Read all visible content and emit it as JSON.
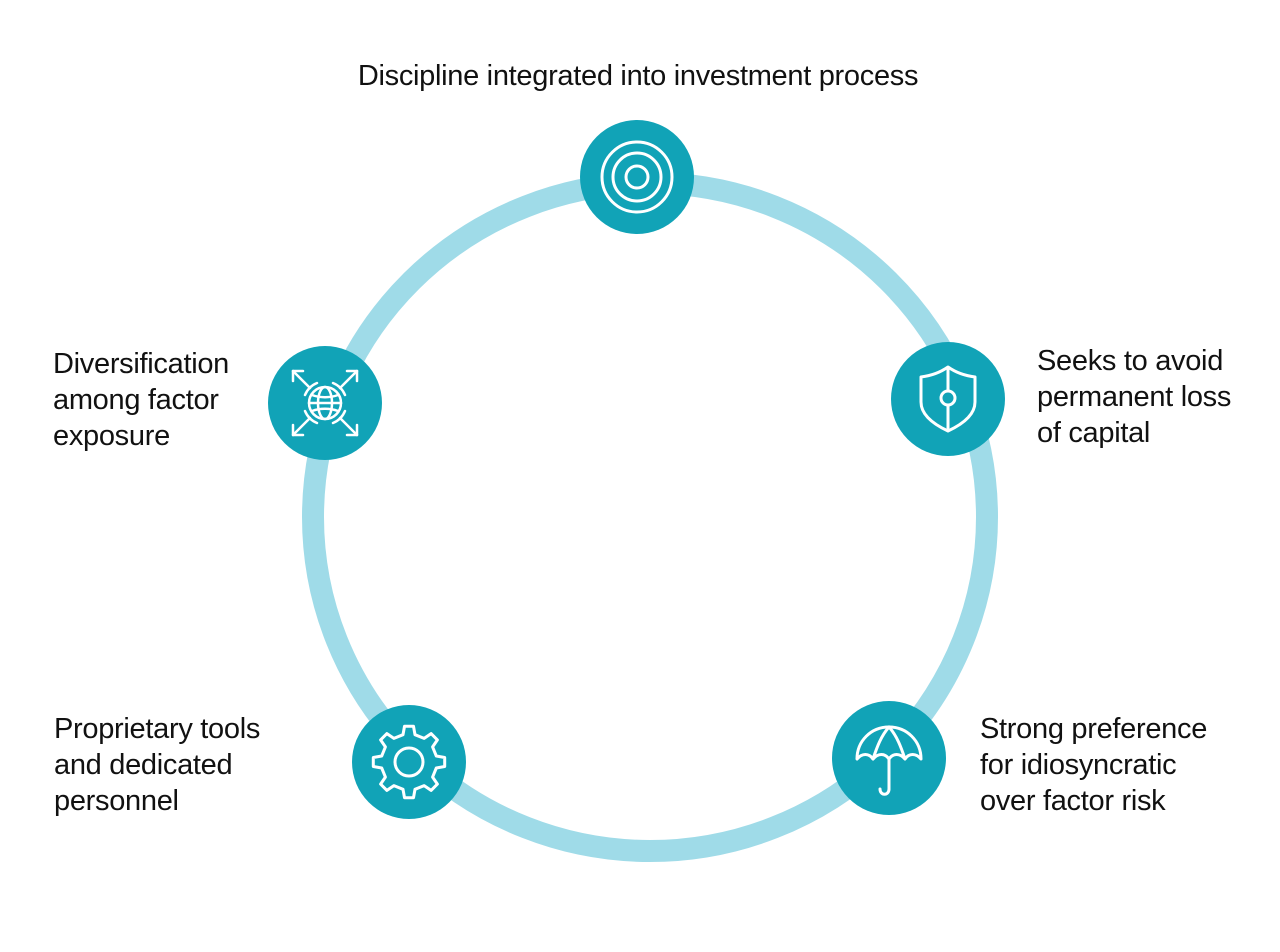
{
  "colors": {
    "ring": "#9fdbe8",
    "node": "#11a3b7",
    "icon_stroke": "#ffffff",
    "text": "#111111"
  },
  "nodes": [
    {
      "id": "top",
      "icon": "target-icon",
      "lines": [
        "Discipline integrated into investment process"
      ]
    },
    {
      "id": "right",
      "icon": "shield-icon",
      "lines": [
        "Seeks to avoid",
        "permanent loss",
        "of capital"
      ]
    },
    {
      "id": "bottom-right",
      "icon": "umbrella-icon",
      "lines": [
        "Strong preference",
        "for idiosyncratic",
        "over factor risk"
      ]
    },
    {
      "id": "bottom-left",
      "icon": "gear-icon",
      "lines": [
        "Proprietary tools",
        "and dedicated",
        "personnel"
      ]
    },
    {
      "id": "left",
      "icon": "globe-arrows-icon",
      "lines": [
        "Diversification",
        "among factor",
        "exposure"
      ]
    }
  ]
}
